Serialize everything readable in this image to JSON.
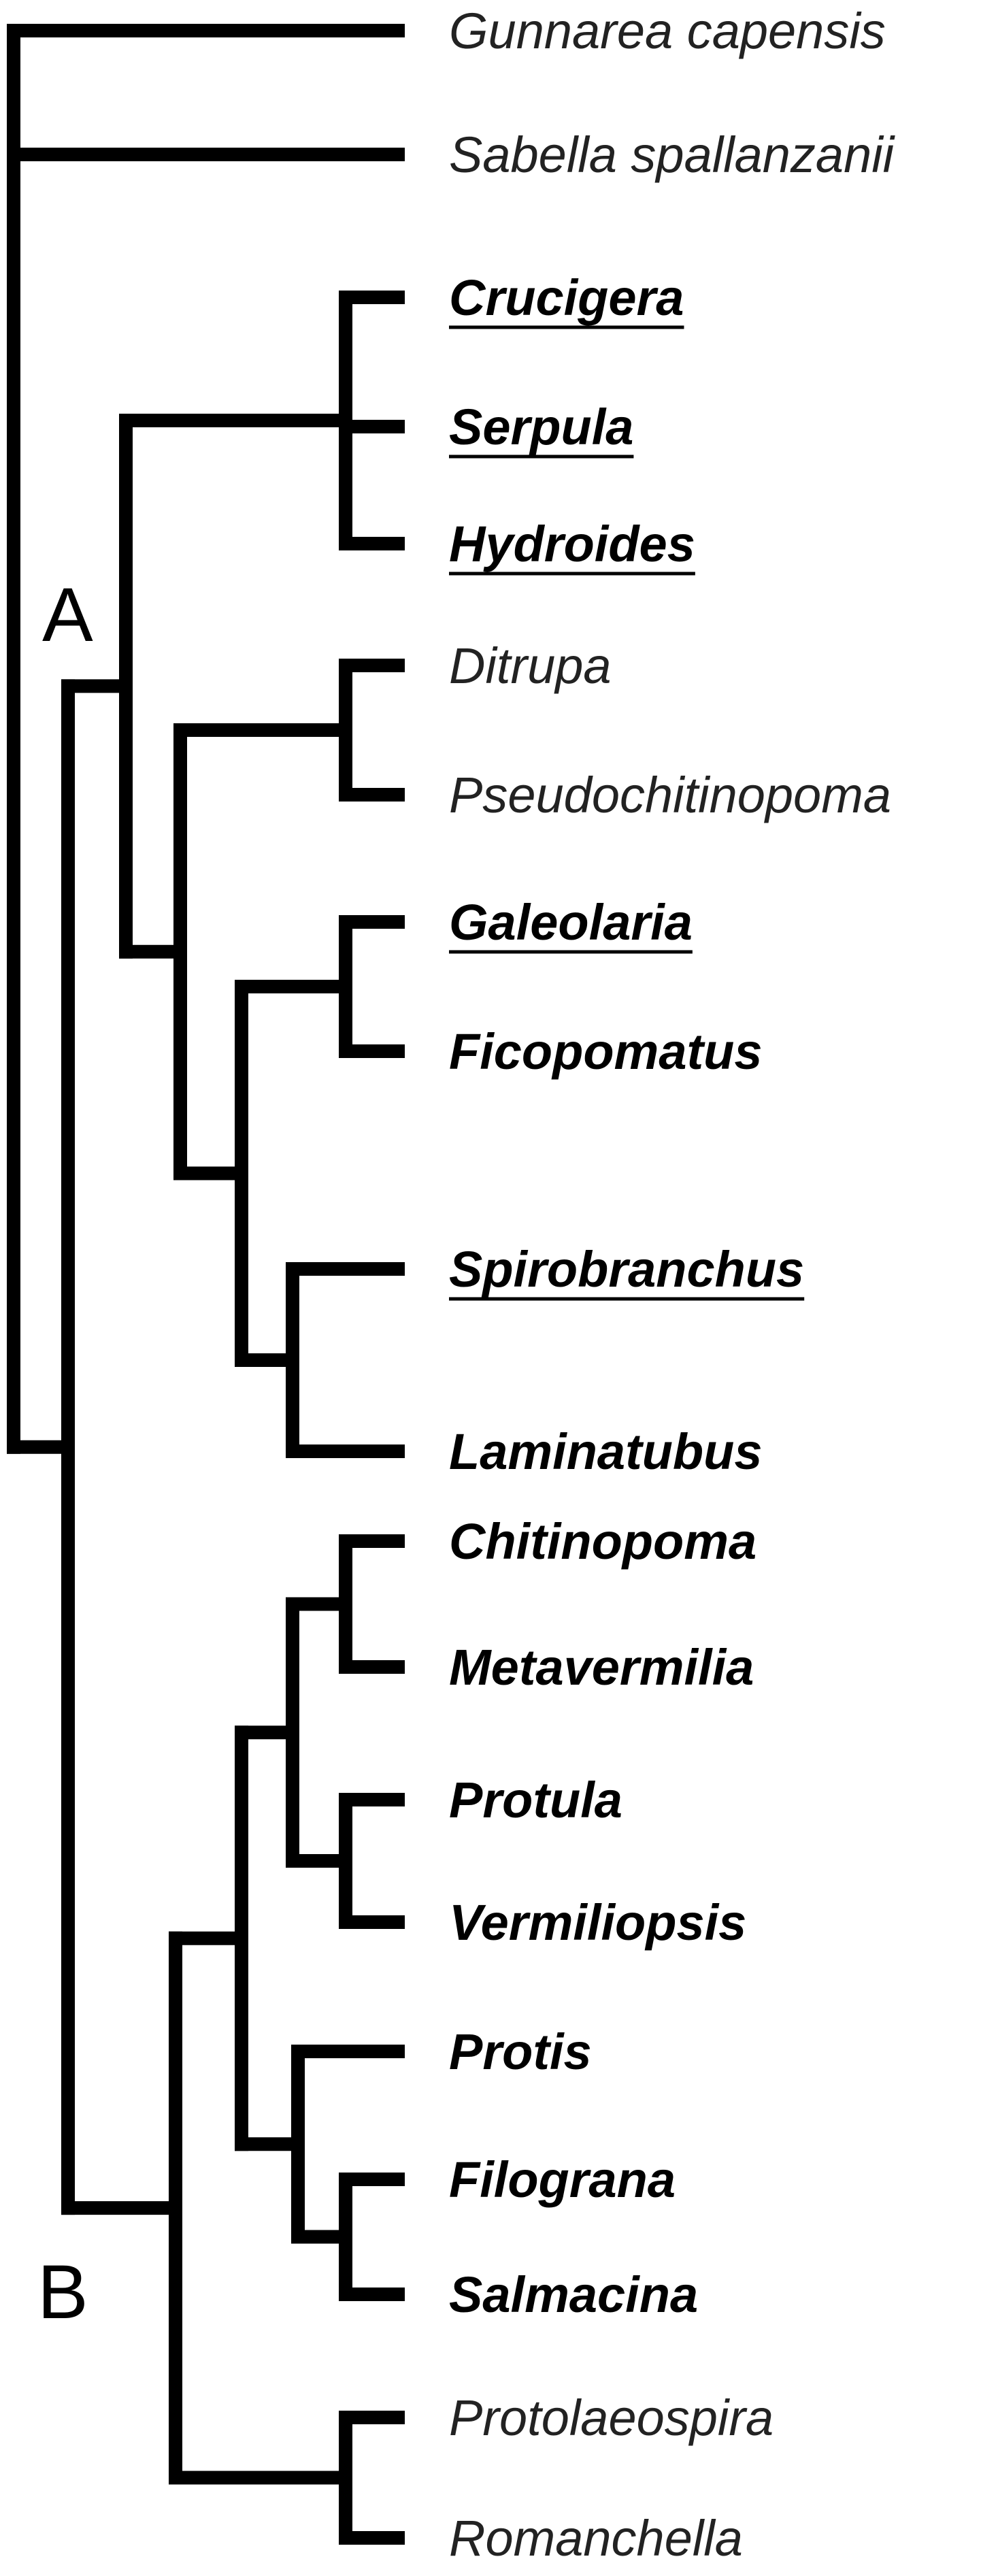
{
  "tree": {
    "taxa": [
      {
        "id": "gunnarea",
        "label": "Gunnarea capensis",
        "bold": false,
        "underline": false
      },
      {
        "id": "sabella",
        "label": "Sabella spallanzanii",
        "bold": false,
        "underline": false
      },
      {
        "id": "crucigera",
        "label": "Crucigera",
        "bold": true,
        "underline": true
      },
      {
        "id": "serpula",
        "label": "Serpula",
        "bold": true,
        "underline": true
      },
      {
        "id": "hydroides",
        "label": "Hydroides",
        "bold": true,
        "underline": true
      },
      {
        "id": "ditrupa",
        "label": "Ditrupa",
        "bold": false,
        "underline": false
      },
      {
        "id": "pseudochitinopoma",
        "label": "Pseudochitinopoma",
        "bold": false,
        "underline": false
      },
      {
        "id": "galeolaria",
        "label": "Galeolaria",
        "bold": true,
        "underline": true
      },
      {
        "id": "ficopomatus",
        "label": "Ficopomatus",
        "bold": true,
        "underline": false
      },
      {
        "id": "spirobranchus",
        "label": "Spirobranchus",
        "bold": true,
        "underline": true
      },
      {
        "id": "laminatubus",
        "label": "Laminatubus",
        "bold": true,
        "underline": false
      },
      {
        "id": "chitinopoma",
        "label": "Chitinopoma",
        "bold": true,
        "underline": false
      },
      {
        "id": "metavermilia",
        "label": "Metavermilia",
        "bold": true,
        "underline": false
      },
      {
        "id": "protula",
        "label": "Protula",
        "bold": true,
        "underline": false
      },
      {
        "id": "vermiliopsis",
        "label": "Vermiliopsis",
        "bold": true,
        "underline": false
      },
      {
        "id": "protis",
        "label": "Protis",
        "bold": true,
        "underline": false
      },
      {
        "id": "filograna",
        "label": "Filograna",
        "bold": true,
        "underline": false
      },
      {
        "id": "salmacina",
        "label": "Salmacina",
        "bold": true,
        "underline": false
      },
      {
        "id": "protolaeospira",
        "label": "Protolaeospira",
        "bold": false,
        "underline": false
      },
      {
        "id": "romanchella",
        "label": "Romanchella",
        "bold": false,
        "underline": false
      }
    ],
    "clade_labels": {
      "a": "A",
      "b": "B"
    },
    "colors": {
      "branch": "#000000",
      "plain_text": "#222222",
      "bold_text": "#000000",
      "background": "#ffffff"
    }
  }
}
